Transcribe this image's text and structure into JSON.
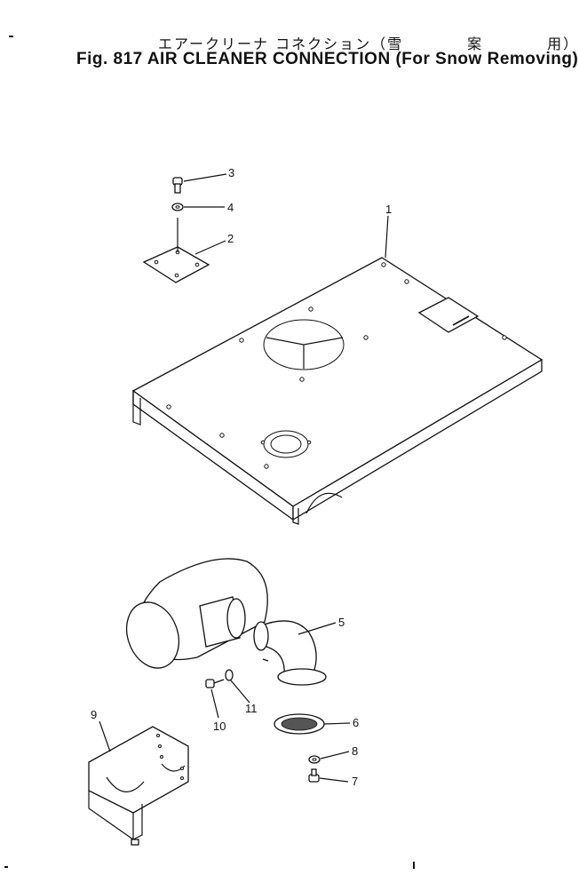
{
  "title": {
    "japanese": "エアークリーナ コネクション（雪　　　　案　　　　用）",
    "english": "Fig. 817  AIR CLEANER  CONNECTION (For  Snow Removing)"
  },
  "parts": [
    {
      "no": "1"
    },
    {
      "no": "2"
    },
    {
      "no": "3"
    },
    {
      "no": "4"
    },
    {
      "no": "5"
    },
    {
      "no": "6"
    },
    {
      "no": "7"
    },
    {
      "no": "8"
    },
    {
      "no": "9"
    },
    {
      "no": "10"
    },
    {
      "no": "11"
    }
  ]
}
